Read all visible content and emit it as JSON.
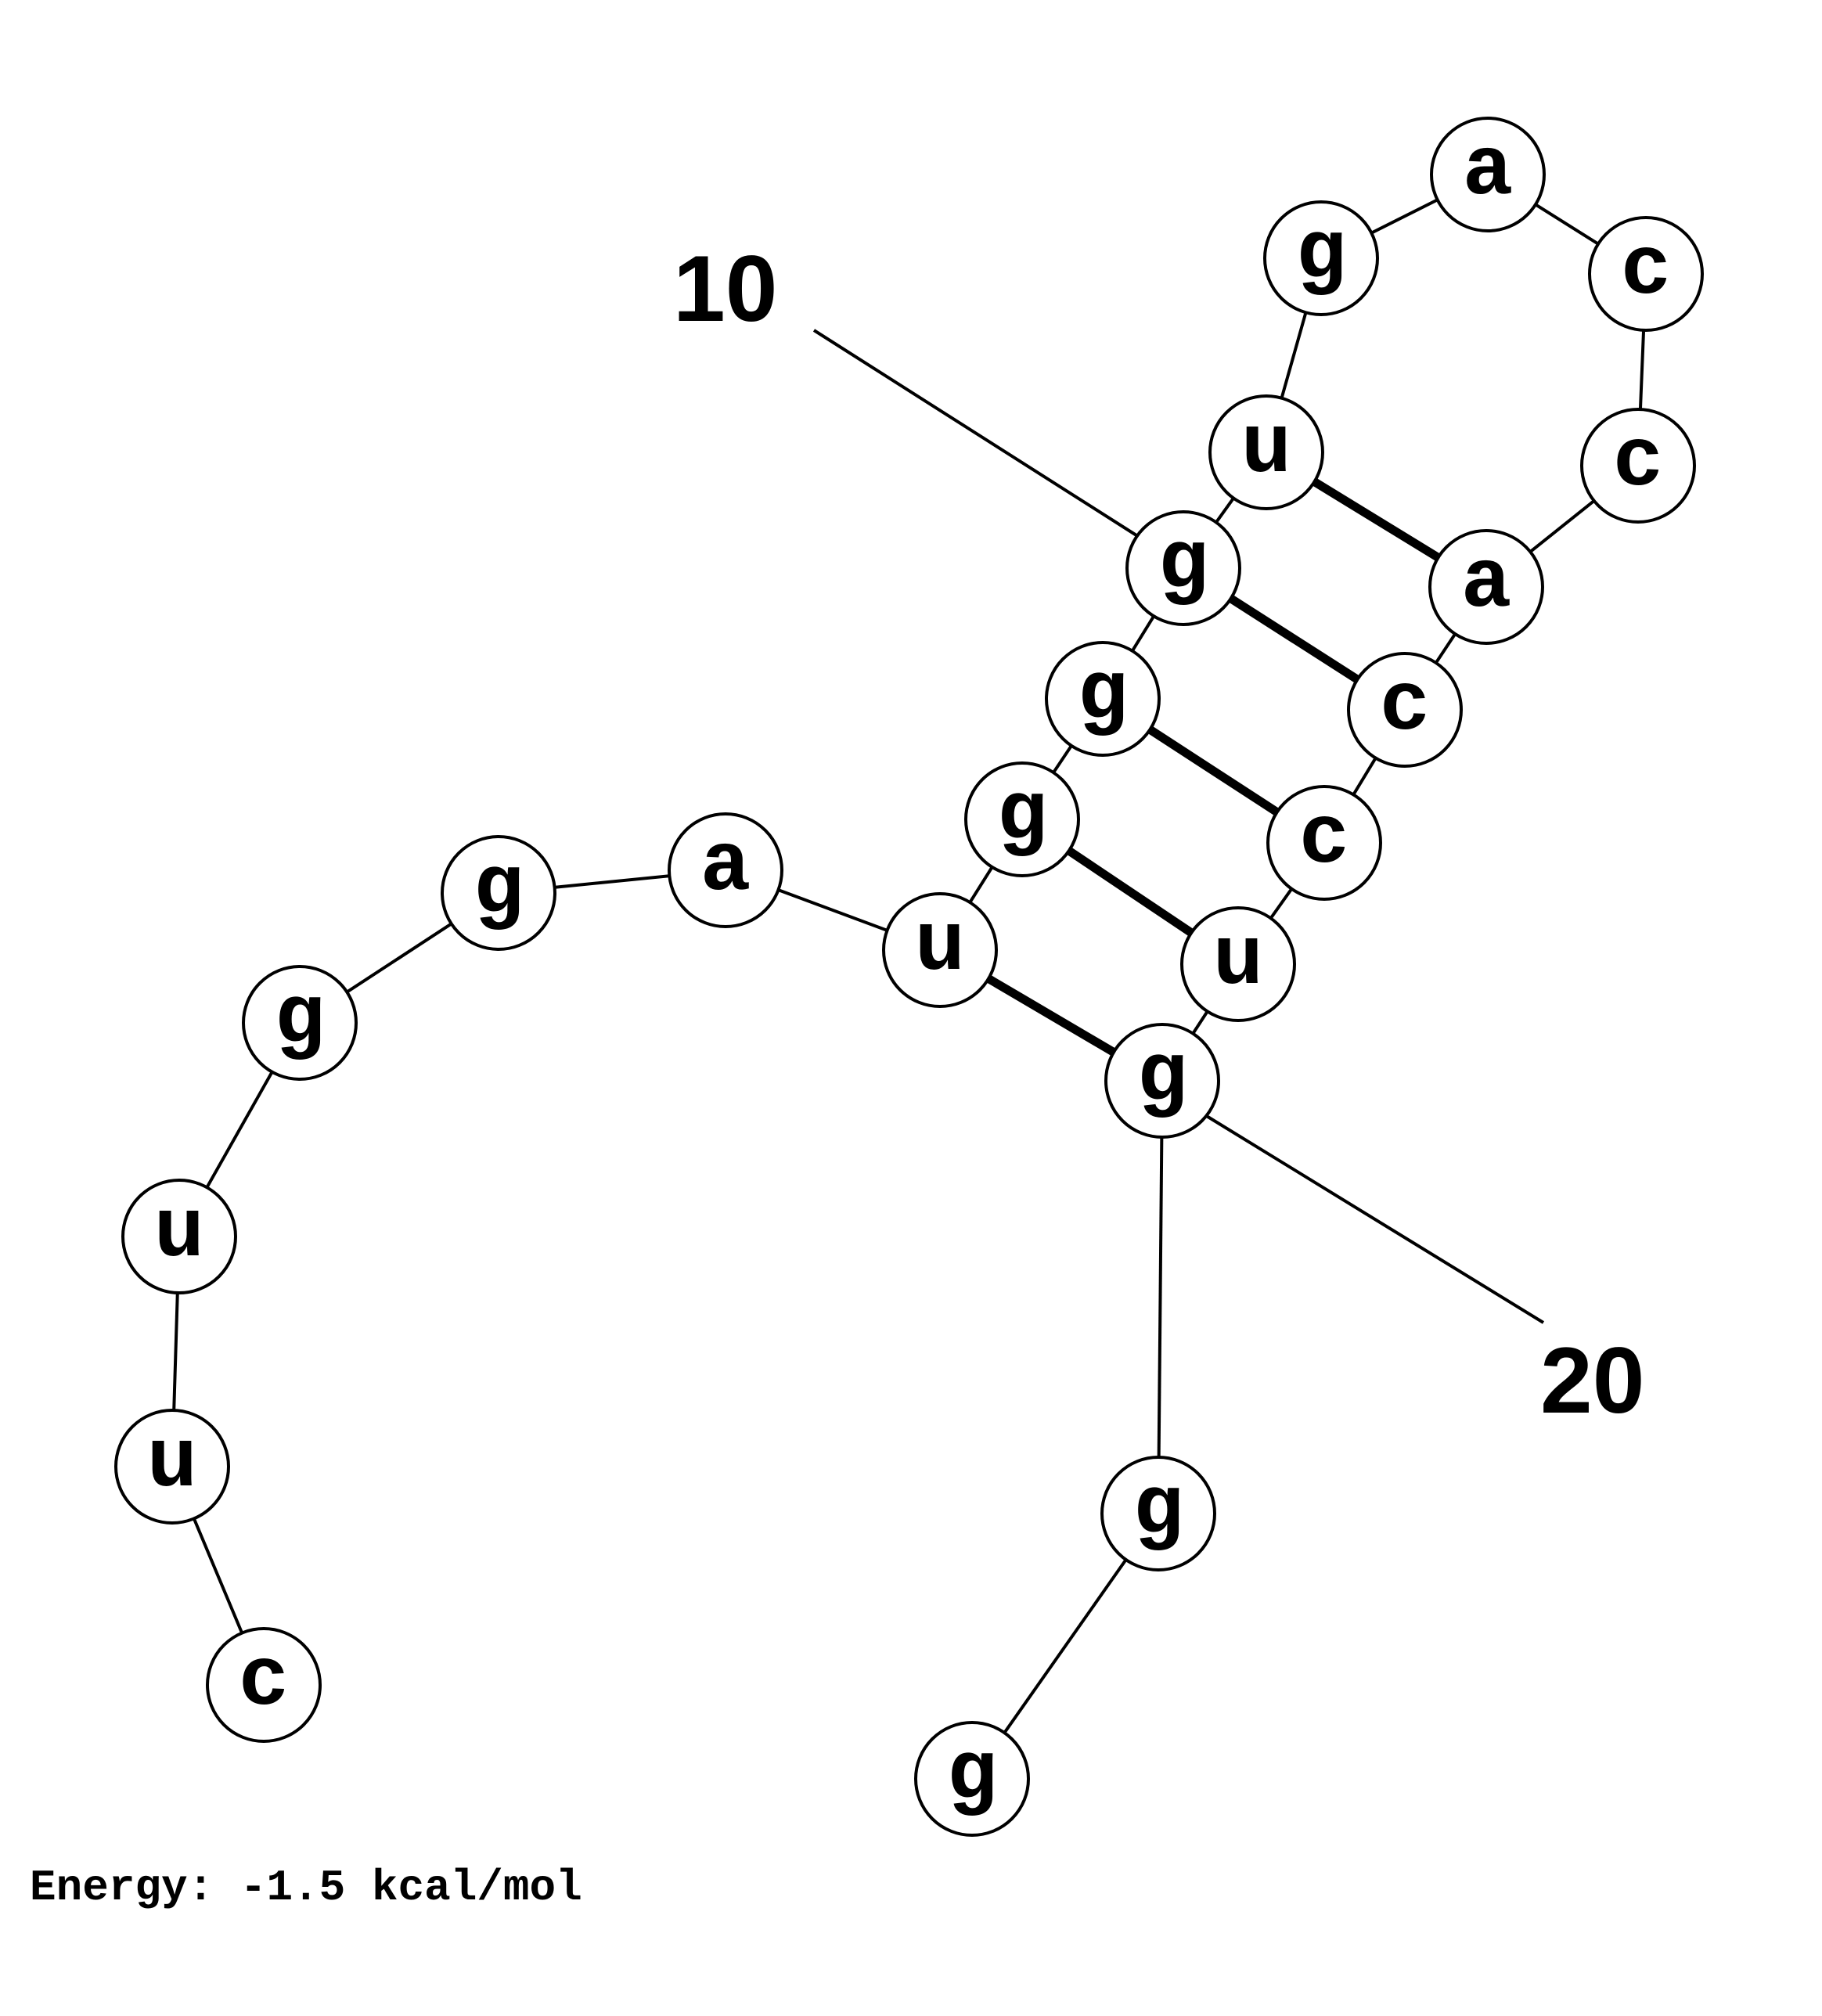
{
  "structure": {
    "sequence": [
      "c",
      "u",
      "u",
      "g",
      "g",
      "a",
      "u",
      "g",
      "g",
      "g",
      "u",
      "g",
      "a",
      "c",
      "c",
      "a",
      "c",
      "c",
      "u",
      "g",
      "g",
      "g"
    ],
    "base_pairs": [
      [
        7,
        20
      ],
      [
        8,
        19
      ],
      [
        9,
        18
      ],
      [
        10,
        17
      ],
      [
        11,
        16
      ]
    ],
    "position_labels": [
      {
        "index": 10,
        "text": "10"
      },
      {
        "index": 20,
        "text": "20"
      }
    ]
  },
  "energy_text": "Energy: -1.5 kcal/mol"
}
